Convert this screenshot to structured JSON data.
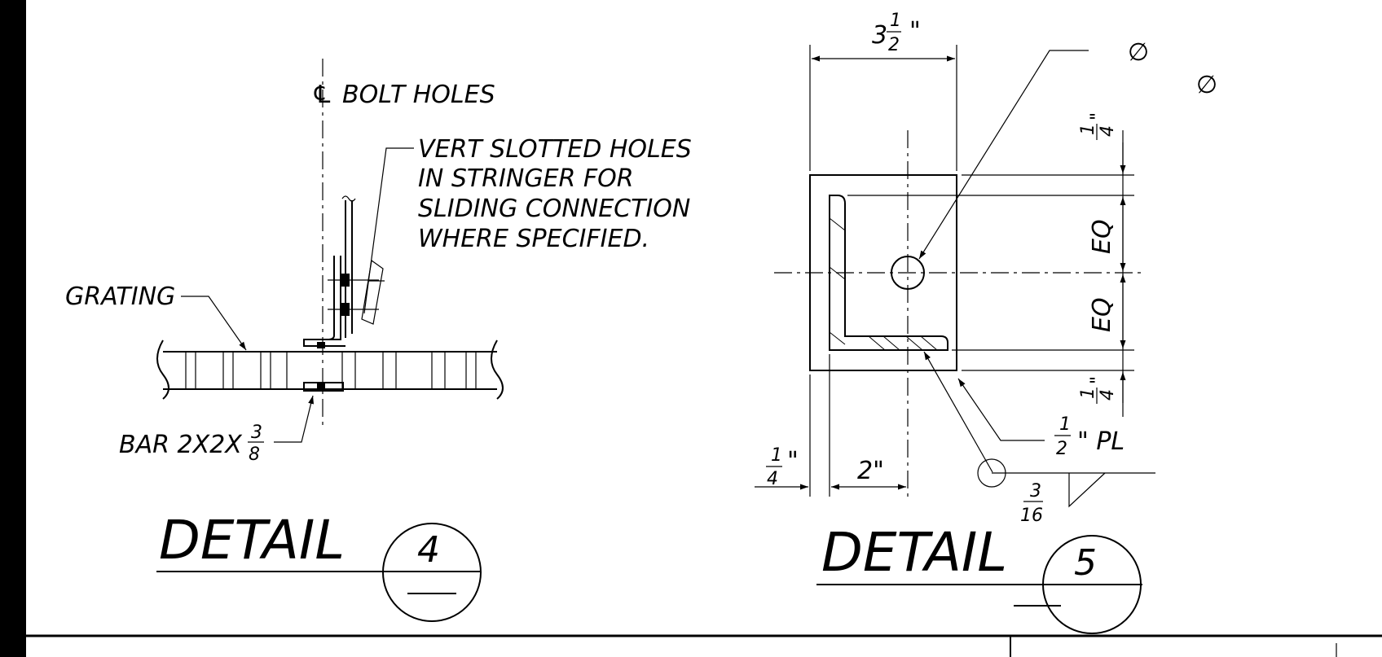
{
  "detail4": {
    "title": "DETAIL",
    "number": "4",
    "bolt_holes_label": "BOLT HOLES",
    "slotted_note": [
      "VERT SLOTTED HOLES",
      "IN STRINGER FOR",
      "SLIDING CONNECTION",
      "WHERE SPECIFIED."
    ],
    "grating_label": "GRATING",
    "bar_label": "BAR 2X2X",
    "bar_frac_num": "3",
    "bar_frac_den": "8"
  },
  "detail5": {
    "title": "DETAIL",
    "number": "5",
    "width_whole": "3",
    "width_num": "1",
    "width_den": "2",
    "inch": "\"",
    "quarter_num": "1",
    "quarter_den": "4",
    "eq": "EQ",
    "two_inch": "2\"",
    "plate_num": "1",
    "plate_den": "2",
    "plate_label": "\" PL",
    "weld_num": "3",
    "weld_den": "16",
    "diameter_symbol": "∅"
  },
  "symbols": {
    "centerline": "℄"
  }
}
